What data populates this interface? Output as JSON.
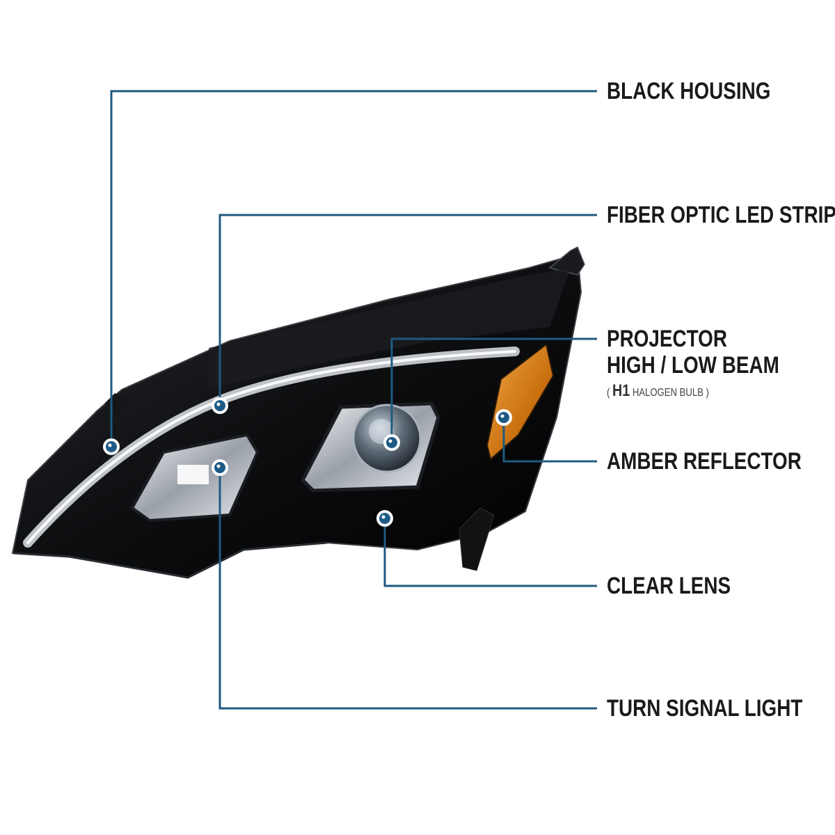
{
  "callouts": {
    "black_housing": "BLACK HOUSING",
    "fiber_optic": "FIBER OPTIC LED STRIP",
    "projector_line1": "PROJECTOR",
    "projector_line2": "HIGH / LOW BEAM",
    "bulb_open": "( ",
    "bulb_code": "H1",
    "bulb_desc": " HALOGEN BULB )",
    "amber_reflector": "AMBER REFLECTOR",
    "clear_lens": "CLEAR LENS",
    "turn_signal": "TURN SIGNAL LIGHT"
  },
  "colors": {
    "leader_line": "#1f5a80",
    "marker": "#1d5a86",
    "housing": "#0b0b0d",
    "amber": "#d9821c",
    "led_strip": "#dfe3e8"
  },
  "icons": {
    "marker": "callout-dot-icon"
  }
}
